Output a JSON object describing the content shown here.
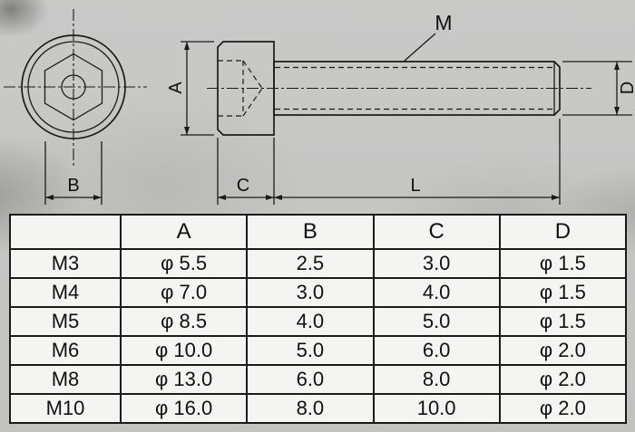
{
  "colors": {
    "line": "#1b1b1b",
    "paper": "#c6c6c5",
    "cell_bg": "#f4f4f2"
  },
  "drawing": {
    "labels": {
      "A": "A",
      "B": "B",
      "C": "C",
      "D": "D",
      "L": "L",
      "M": "M"
    }
  },
  "table": {
    "headers": [
      "",
      "A",
      "B",
      "C",
      "D"
    ],
    "rows": [
      [
        "M3",
        "φ 5.5",
        "2.5",
        "3.0",
        "φ 1.5"
      ],
      [
        "M4",
        "φ 7.0",
        "3.0",
        "4.0",
        "φ 1.5"
      ],
      [
        "M5",
        "φ 8.5",
        "4.0",
        "5.0",
        "φ 1.5"
      ],
      [
        "M6",
        "φ 10.0",
        "5.0",
        "6.0",
        "φ 2.0"
      ],
      [
        "M8",
        "φ 13.0",
        "6.0",
        "8.0",
        "φ 2.0"
      ],
      [
        "M10",
        "φ 16.0",
        "8.0",
        "10.0",
        "φ 2.0"
      ]
    ]
  }
}
